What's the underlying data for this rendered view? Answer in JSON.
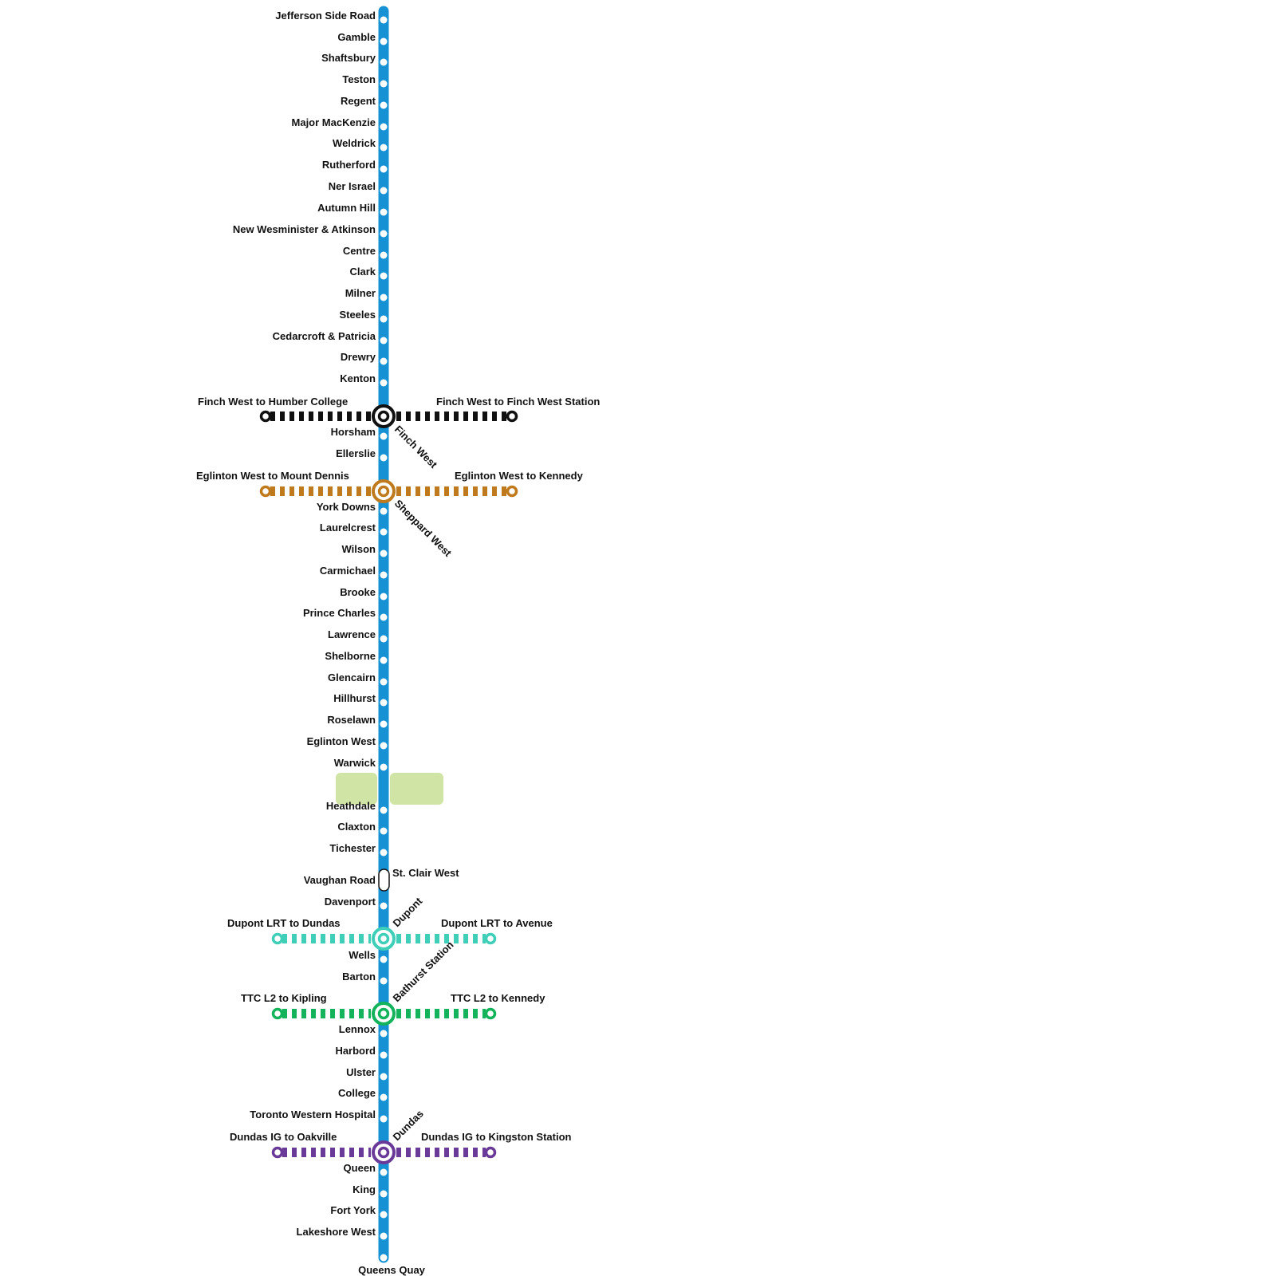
{
  "main_line": {
    "color": "#1591d4",
    "stations": [
      "Jefferson Side Road",
      "Gamble",
      "Shaftsbury",
      "Teston",
      "Regent",
      "Major MacKenzie",
      "Weldrick",
      "Rutherford",
      "Ner Israel",
      "Autumn Hill",
      "New Wesminister & Atkinson",
      "Centre",
      "Clark",
      "Milner",
      "Steeles",
      "Cedarcroft & Patricia",
      "Drewry",
      "Kenton",
      "Horsham",
      "Ellerslie",
      "York Downs",
      "Laurelcrest",
      "Wilson",
      "Carmichael",
      "Brooke",
      "Prince Charles",
      "Lawrence",
      "Shelborne",
      "Glencairn",
      "Hillhurst",
      "Roselawn",
      "Eglinton West",
      "Warwick",
      "Heathdale",
      "Claxton",
      "Tichester",
      "Vaughan Road",
      "Davenport",
      "Wells",
      "Barton",
      "Lennox",
      "Harbord",
      "Ulster",
      "College",
      "Toronto Western Hospital",
      "Queen",
      "King",
      "Fort York",
      "Lakeshore West"
    ],
    "terminus": "Queens Quay",
    "st_clair": "St. Clair West"
  },
  "interchanges": [
    {
      "name": "Finch West",
      "color": "#111111",
      "left_label": "Finch West to Humber College",
      "right_label": "Finch West to Finch West Station"
    },
    {
      "name": "Sheppard West",
      "color": "#c07a1e",
      "left_label": "Eglinton West to Mount Dennis",
      "right_label": "Eglinton West to Kennedy"
    },
    {
      "name": "Dupont",
      "color": "#3fcfb8",
      "left_label": "Dupont LRT to Dundas",
      "right_label": "Dupont LRT to Avenue"
    },
    {
      "name": "Bathurst Station",
      "color": "#12b35a",
      "left_label": "TTC L2 to Kipling",
      "right_label": "TTC L2 to Kennedy"
    },
    {
      "name": "Dundas",
      "color": "#6a3a99",
      "left_label": "Dundas IG to Oakville",
      "right_label": "Dundas IG to Kingston Station"
    }
  ],
  "park_color": "#d0e4a6"
}
